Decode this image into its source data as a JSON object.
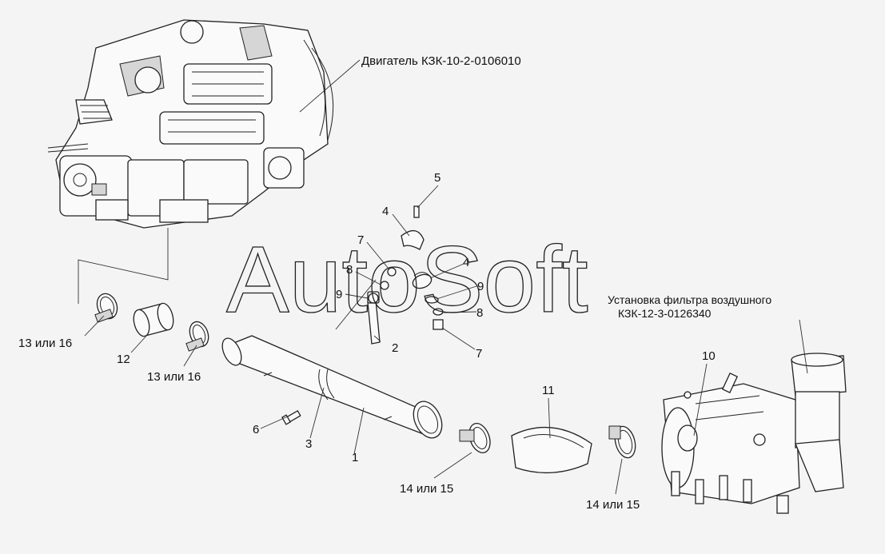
{
  "watermark": "AutoSoft",
  "captions": {
    "engine": "Двигатель КЗК-10-2-0106010",
    "filter_line1": "Установка фильтра воздушного",
    "filter_line2": "КЗК-12-3-0126340"
  },
  "callouts": {
    "p1": "1",
    "p2": "2",
    "p3": "3",
    "p4a": "4",
    "p4b": "4",
    "p5": "5",
    "p6": "6",
    "p7a": "7",
    "p7b": "7",
    "p8a": "8",
    "p8b": "8",
    "p9a": "9",
    "p9b": "9",
    "p10": "10",
    "p11": "11",
    "p12": "12",
    "p13a": "13 или 16",
    "p13b": "13 или 16",
    "p14a": "14 или 15",
    "p14b": "14 или 15"
  }
}
